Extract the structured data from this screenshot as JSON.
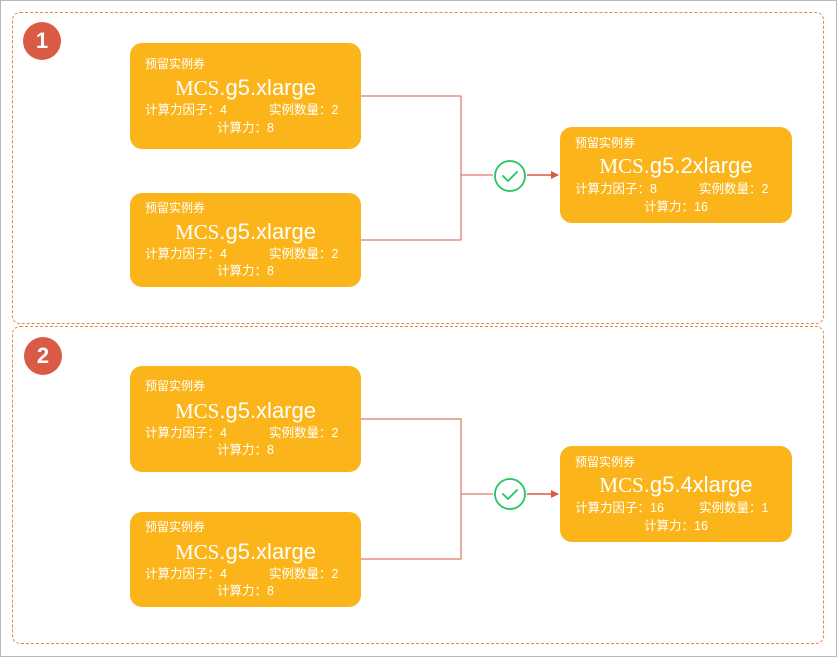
{
  "colors": {
    "card_fill": "#fbb51b",
    "badge_fill": "#d95a45",
    "connector": "#d95a45",
    "panel_border": "#e8874a",
    "check": "#22c55e"
  },
  "scenarios": [
    {
      "badge": "1",
      "sources": [
        {
          "tag": "预留实例券",
          "prefix": "MCS",
          "size": ".g5.xlarge",
          "factor": "计算力因子：4",
          "qty": "实例数量：2",
          "power": "计算力：8"
        },
        {
          "tag": "预留实例券",
          "prefix": "MCS",
          "size": ".g5.xlarge",
          "factor": "计算力因子：4",
          "qty": "实例数量：2",
          "power": "计算力：8"
        }
      ],
      "result": {
        "tag": "预留实例券",
        "prefix": "MCS",
        "size": ".g5.2xlarge",
        "factor": "计算力因子：8",
        "qty": "实例数量：2",
        "power": "计算力：16"
      },
      "check_icon": "check-circle-icon"
    },
    {
      "badge": "2",
      "sources": [
        {
          "tag": "预留实例券",
          "prefix": "MCS",
          "size": ".g5.xlarge",
          "factor": "计算力因子：4",
          "qty": "实例数量：2",
          "power": "计算力：8"
        },
        {
          "tag": "预留实例券",
          "prefix": "MCS",
          "size": ".g5.xlarge",
          "factor": "计算力因子：4",
          "qty": "实例数量：2",
          "power": "计算力：8"
        }
      ],
      "result": {
        "tag": "预留实例券",
        "prefix": "MCS",
        "size": ".g5.4xlarge",
        "factor": "计算力因子：16",
        "qty": "实例数量：1",
        "power": "计算力：16"
      },
      "check_icon": "check-circle-icon"
    }
  ]
}
